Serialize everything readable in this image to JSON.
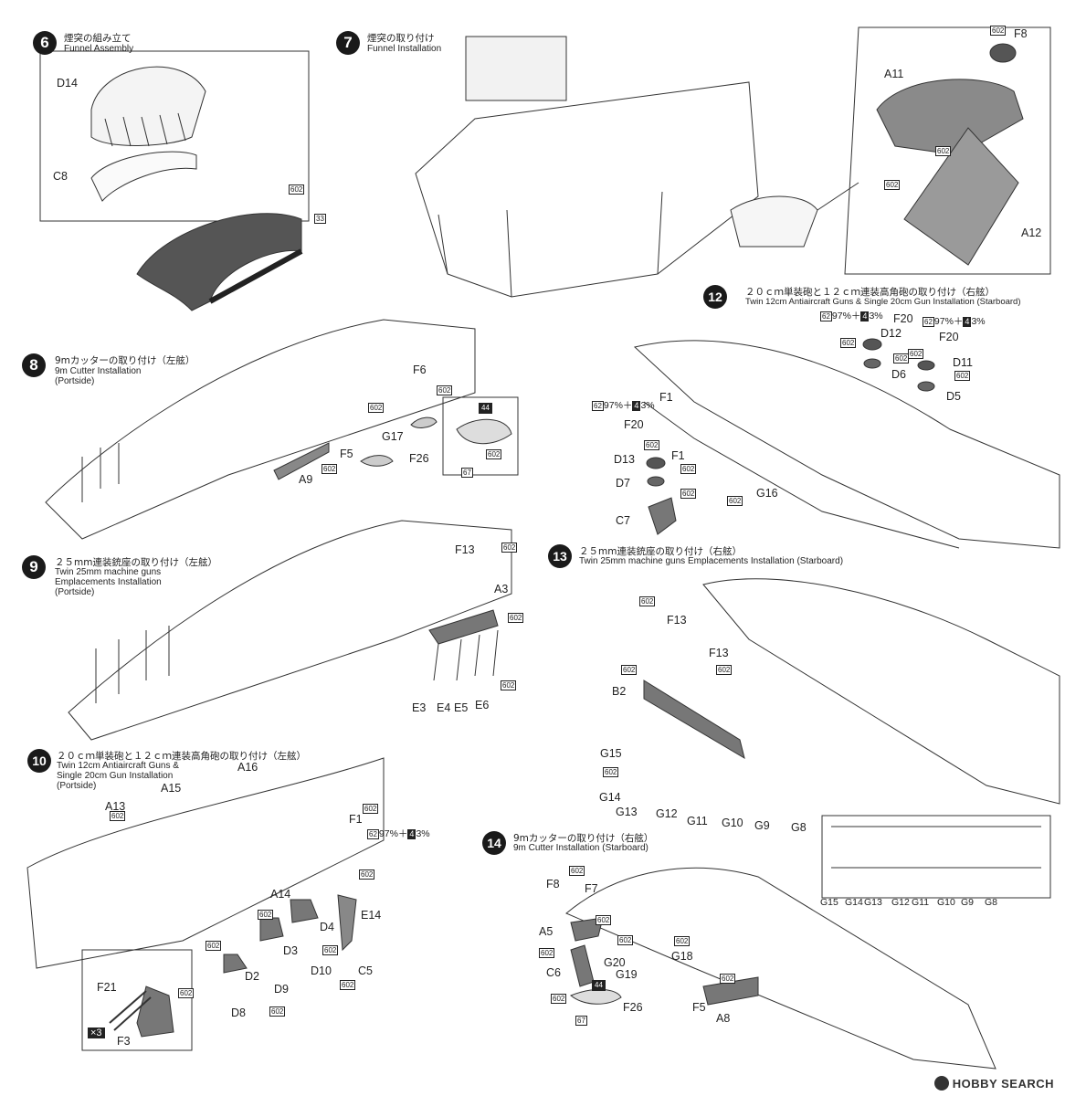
{
  "steps": [
    {
      "num": "6",
      "jp": "煙突の組み立て",
      "en": "Funnel Assembly"
    },
    {
      "num": "7",
      "jp": "煙突の取り付け",
      "en": "Funnel Installation"
    },
    {
      "num": "8",
      "jp": "9mカッターの取り付け（左舷）",
      "en": "9m Cutter Installation\n(Portside)"
    },
    {
      "num": "9",
      "jp": "２５mm連装銃座の取り付け（左舷）",
      "en": "Twin 25mm machine guns\nEmplacements Installation\n(Portside)"
    },
    {
      "num": "10",
      "jp": "２０ｃｍ単装砲と１２ｃｍ連装高角砲の取り付け（左舷）",
      "en": "Twin 12cm Antiaircraft Guns &\nSingle 20cm Gun Installation\n(Portside)"
    },
    {
      "num": "12",
      "jp": "２０ｃｍ単装砲と１２ｃｍ連装高角砲の取り付け（右舷）",
      "en": "Twin 12cm Antiaircraft Guns & Single 20cm Gun Installation (Starboard)"
    },
    {
      "num": "13",
      "jp": "２５mm連装銃座の取り付け（右舷）",
      "en": "Twin 25mm machine guns Emplacements Installation (Starboard)"
    },
    {
      "num": "14",
      "jp": "9mカッターの取り付け（右舷）",
      "en": "9m Cutter Installation (Starboard)"
    }
  ],
  "paint": {
    "code_a": "62",
    "pct_a": "97%",
    "plus": "＋",
    "code_b": "4",
    "pct_b": "3%"
  },
  "labels": {
    "s6": [
      "D14",
      "C8"
    ],
    "s6_tags": [
      "602",
      "33"
    ],
    "s7": [
      "F8",
      "A11",
      "A12"
    ],
    "s7_tags": [
      "602",
      "602",
      "602"
    ],
    "s8": [
      "F6",
      "G17",
      "F5",
      "F26",
      "A9",
      "67"
    ],
    "s8_tags": [
      "602",
      "602",
      "602",
      "602",
      "44"
    ],
    "s9": [
      "F13",
      "A3",
      "E3",
      "E4",
      "E5",
      "E6"
    ],
    "s9_tags": [
      "602",
      "602",
      "602"
    ],
    "s10": [
      "A16",
      "A15",
      "A13",
      "F1",
      "A14",
      "D4",
      "E14",
      "C5",
      "D3",
      "D10",
      "D2",
      "D9",
      "D8",
      "F21",
      "F3",
      "×3"
    ],
    "s10_tags": [
      "602",
      "602",
      "602",
      "602",
      "602",
      "602",
      "602",
      "602",
      "602"
    ],
    "s12": [
      "F20",
      "D12",
      "F20",
      "D11",
      "D6",
      "D5",
      "F1",
      "F20",
      "D13",
      "F1",
      "D7",
      "C7",
      "G16"
    ],
    "s12_tags": [
      "602",
      "602",
      "602",
      "602",
      "602",
      "602",
      "602",
      "602"
    ],
    "s13": [
      "F13",
      "F13",
      "B2",
      "G15",
      "G14",
      "G13",
      "G12",
      "G11",
      "G10",
      "G9",
      "G8"
    ],
    "s13_tags": [
      "602",
      "602",
      "602",
      "602"
    ],
    "s13_inset": [
      "G15",
      "G14",
      "G13",
      "G12",
      "G11",
      "G10",
      "G9",
      "G8"
    ],
    "s14": [
      "F8",
      "F7",
      "A5",
      "C6",
      "G20",
      "G18",
      "G19",
      "F5",
      "F26",
      "A8",
      "67"
    ],
    "s14_tags": [
      "602",
      "602",
      "602",
      "602",
      "602",
      "602",
      "44",
      "602"
    ]
  },
  "watermark": "HOBBY SEARCH"
}
